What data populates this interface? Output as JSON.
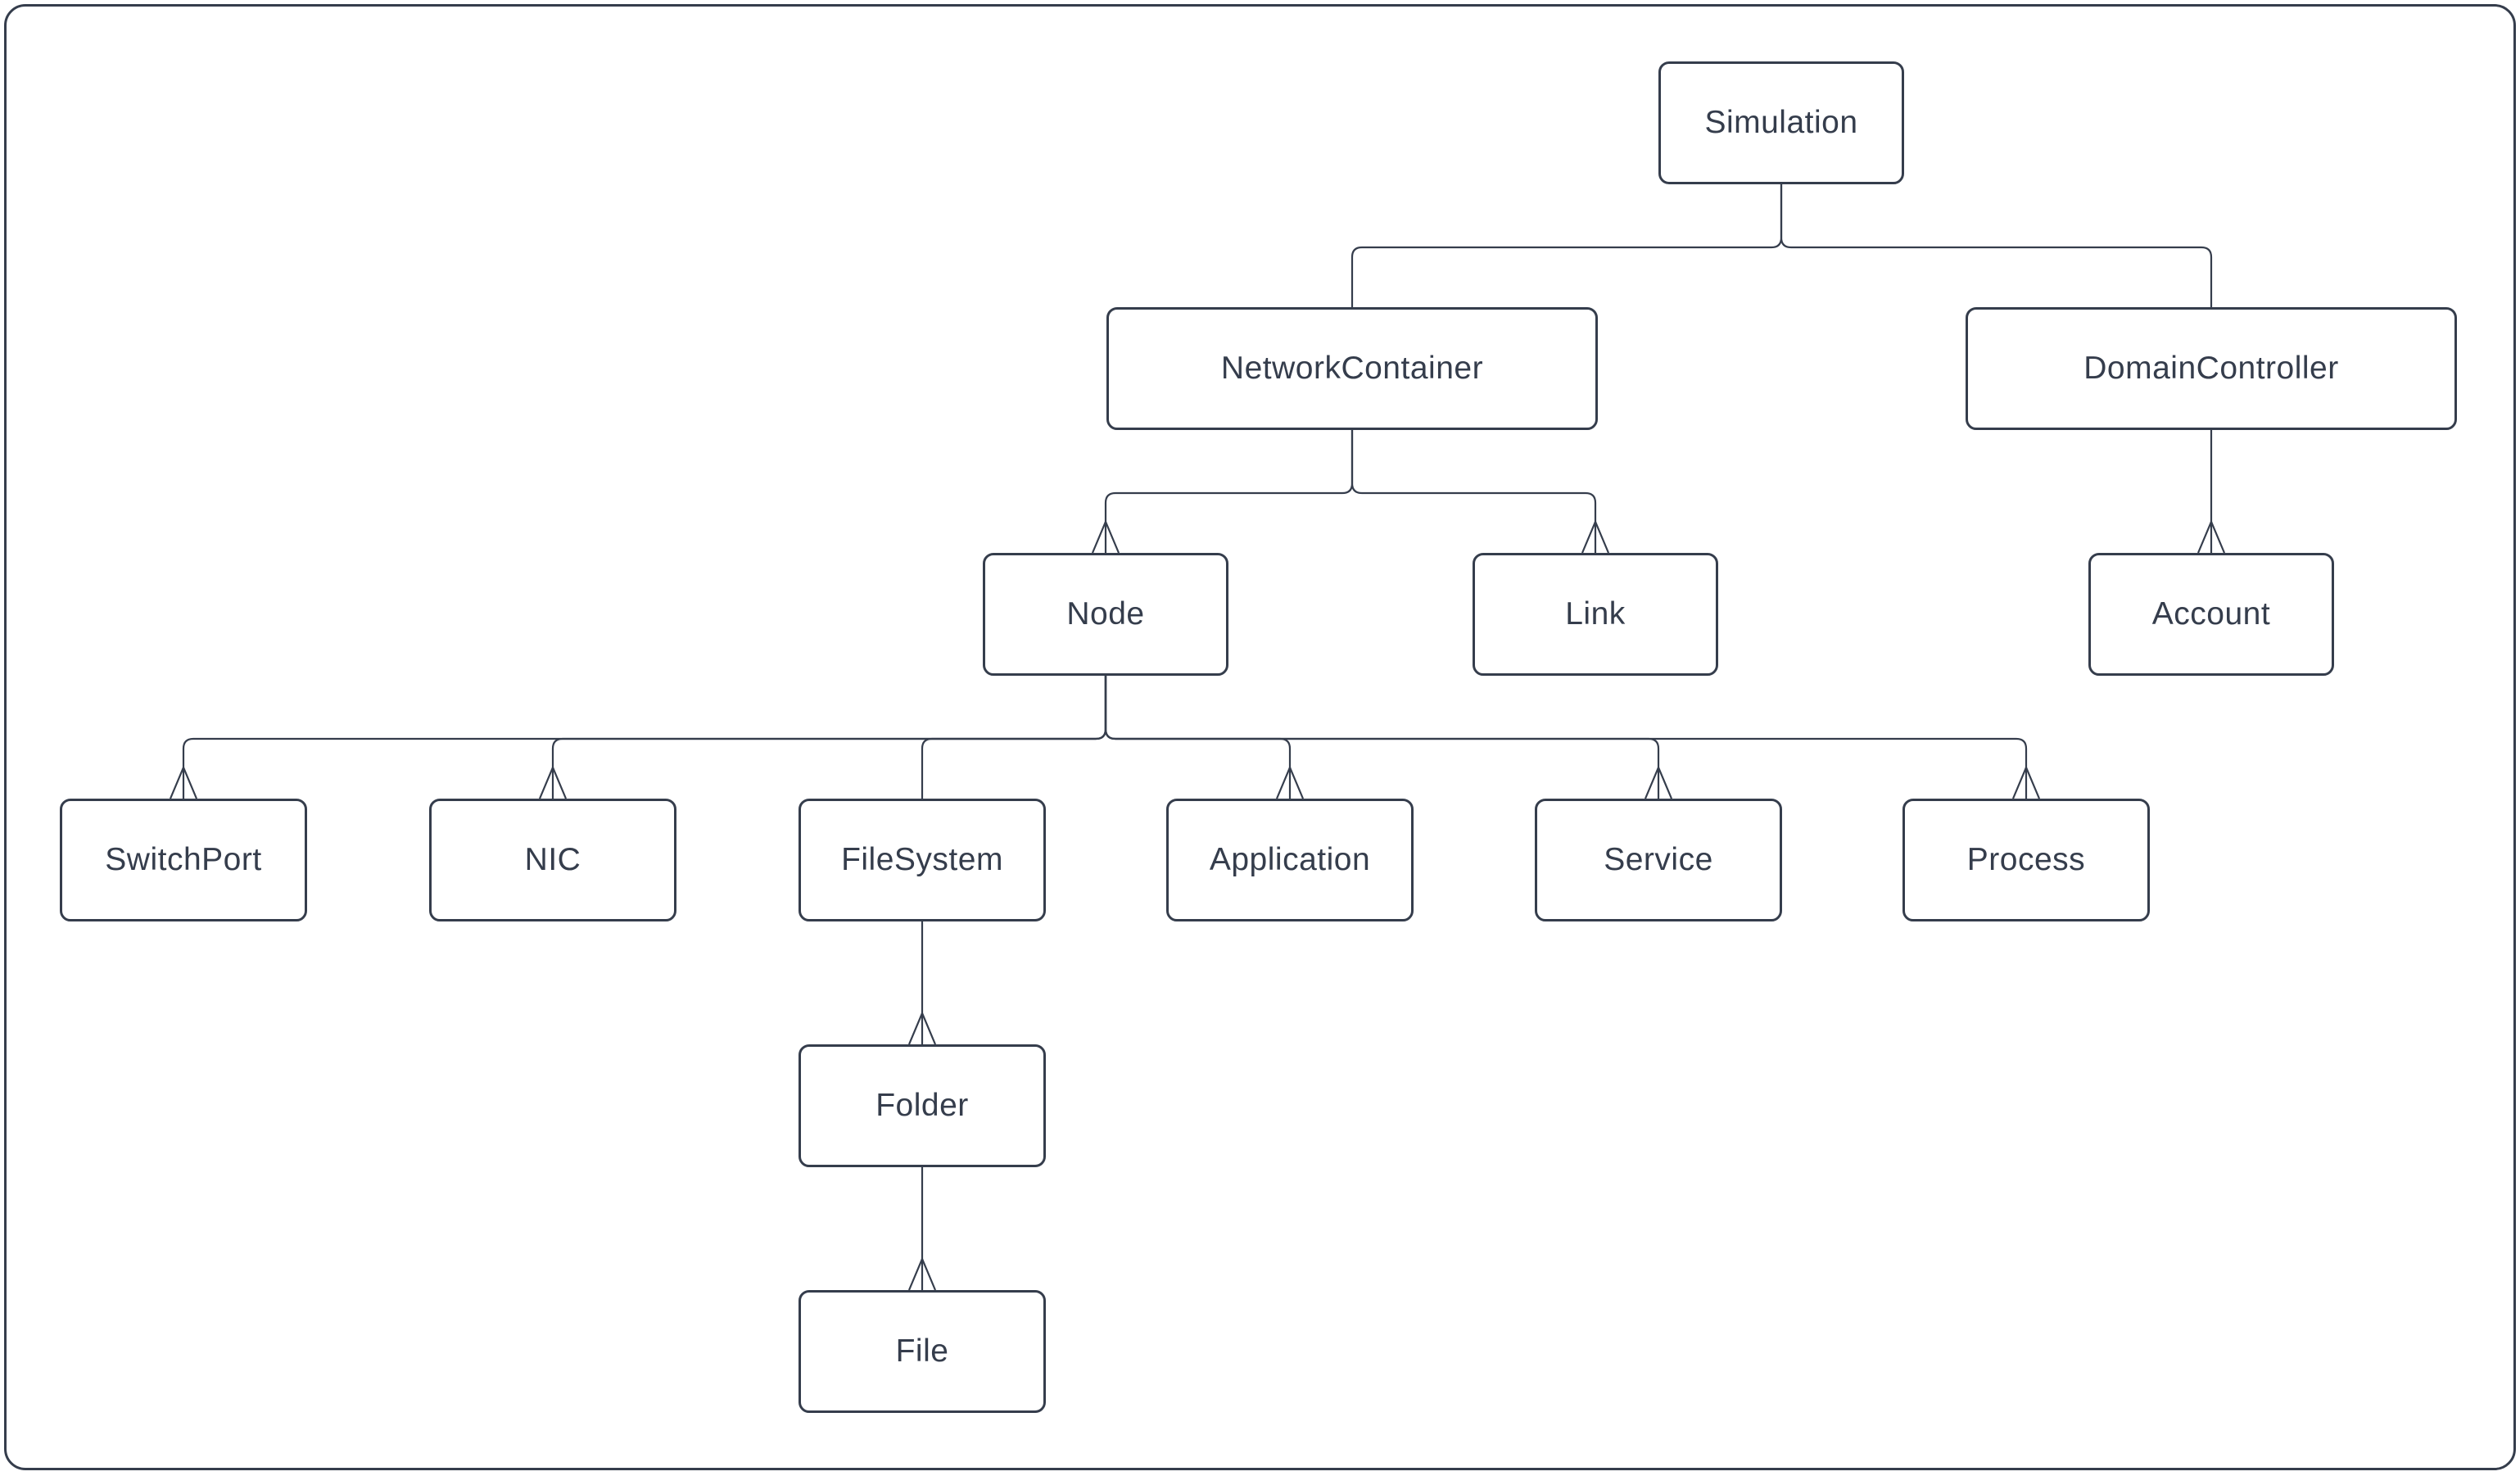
{
  "diagram": {
    "colors": {
      "stroke": "#353d4c",
      "text": "#353d4c",
      "background": "#ffffff"
    },
    "nodes": [
      {
        "id": "simulation",
        "label": "Simulation"
      },
      {
        "id": "network_container",
        "label": "NetworkContainer"
      },
      {
        "id": "domain_controller",
        "label": "DomainController"
      },
      {
        "id": "node",
        "label": "Node"
      },
      {
        "id": "link",
        "label": "Link"
      },
      {
        "id": "account",
        "label": "Account"
      },
      {
        "id": "switch_port",
        "label": "SwitchPort"
      },
      {
        "id": "nic",
        "label": "NIC"
      },
      {
        "id": "filesystem",
        "label": "FileSystem"
      },
      {
        "id": "application",
        "label": "Application"
      },
      {
        "id": "service",
        "label": "Service"
      },
      {
        "id": "process",
        "label": "Process"
      },
      {
        "id": "folder",
        "label": "Folder"
      },
      {
        "id": "file",
        "label": "File"
      }
    ],
    "edges": [
      {
        "from": "simulation",
        "to": "network_container",
        "arrowhead": false
      },
      {
        "from": "simulation",
        "to": "domain_controller",
        "arrowhead": false
      },
      {
        "from": "network_container",
        "to": "node",
        "arrowhead": true
      },
      {
        "from": "network_container",
        "to": "link",
        "arrowhead": true
      },
      {
        "from": "domain_controller",
        "to": "account",
        "arrowhead": true
      },
      {
        "from": "node",
        "to": "switch_port",
        "arrowhead": true
      },
      {
        "from": "node",
        "to": "nic",
        "arrowhead": true
      },
      {
        "from": "node",
        "to": "filesystem",
        "arrowhead": false
      },
      {
        "from": "node",
        "to": "application",
        "arrowhead": true
      },
      {
        "from": "node",
        "to": "service",
        "arrowhead": true
      },
      {
        "from": "node",
        "to": "process",
        "arrowhead": true
      },
      {
        "from": "filesystem",
        "to": "folder",
        "arrowhead": true
      },
      {
        "from": "folder",
        "to": "file",
        "arrowhead": true
      }
    ]
  }
}
